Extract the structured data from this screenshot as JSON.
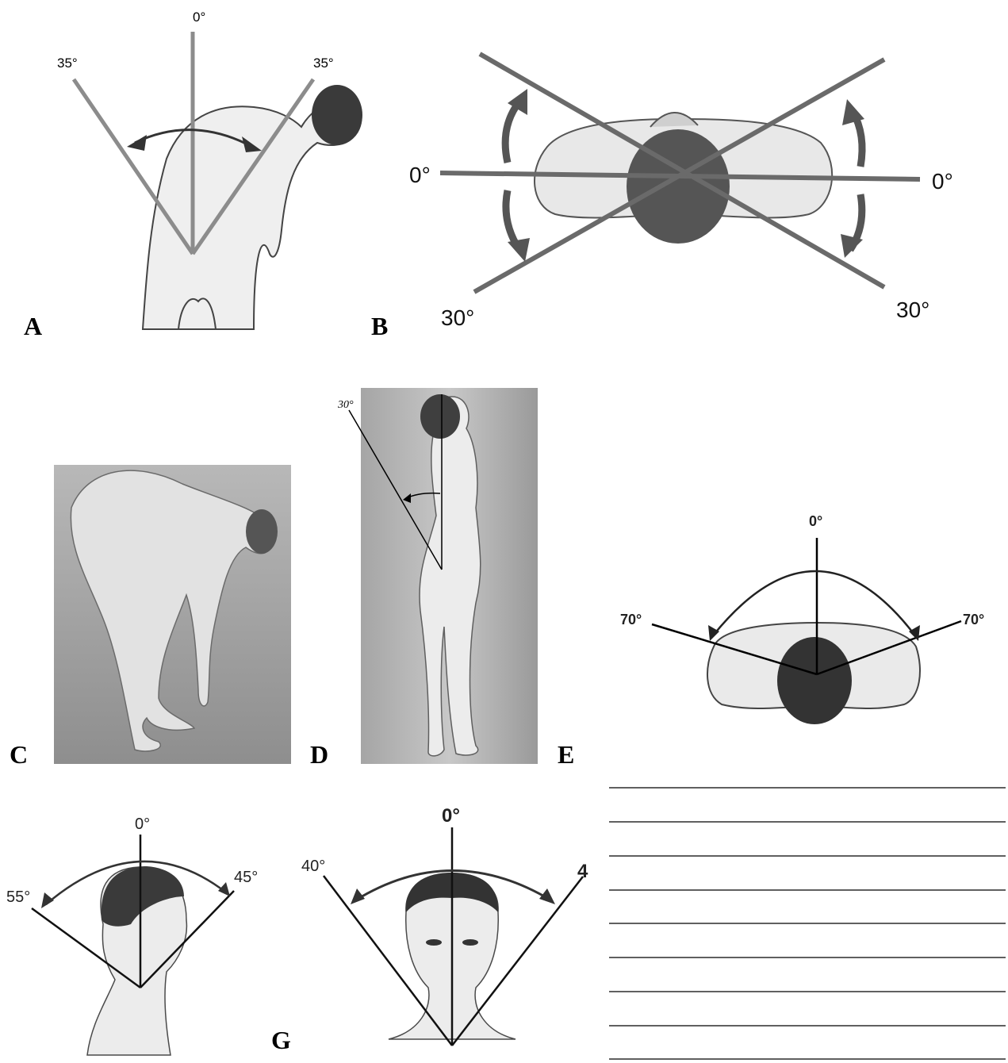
{
  "panels": {
    "A": {
      "letter": "A",
      "top": "0°",
      "left": "35°",
      "right": "35°"
    },
    "B": {
      "letter": "B",
      "left0": "0°",
      "right0": "0°",
      "left30": "30°",
      "right30": "30°"
    },
    "C": {
      "letter": "C"
    },
    "D": {
      "letter": "D",
      "angle": "30°"
    },
    "E": {
      "letter": "E",
      "top": "0°",
      "left": "70°",
      "right": "70°"
    },
    "F": {
      "top": "0°",
      "left": "55°",
      "right": "45°"
    },
    "G": {
      "letter": "G",
      "top": "0°",
      "left": "40°",
      "right": "4"
    }
  },
  "ruled_lines_count_note": "",
  "colors": {
    "accent_lines": "#8c8c8c",
    "dark_lines": "#000000",
    "arrow": "#3c3c3c"
  }
}
